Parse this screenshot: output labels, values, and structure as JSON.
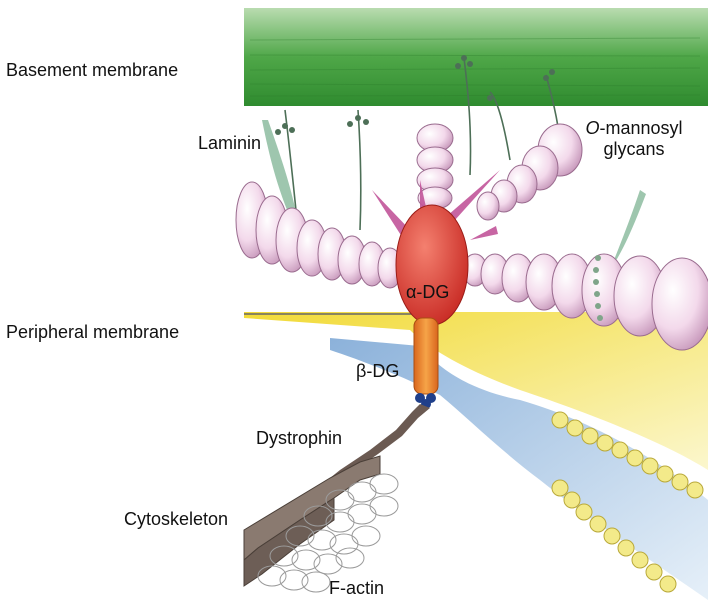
{
  "labels": {
    "basement_membrane": "Basement membrane",
    "laminin": "Laminin",
    "o_mannosyl_prefix": "O",
    "o_mannosyl_rest": "-mannosyl",
    "glycans": "glycans",
    "alpha_dg": "α-DG",
    "peripheral_membrane": "Peripheral membrane",
    "beta_dg": "β-DG",
    "dystrophin": "Dystrophin",
    "cytoskeleton": "Cytoskeleton",
    "f_actin": "F-actin"
  },
  "colors": {
    "basement_membrane": "#3f9b3a",
    "laminin_bead": "#f2d6ea",
    "laminin_bead_edge": "#9a6c8f",
    "glycan_spike": "#c2559a",
    "alpha_dg": "#e0453a",
    "beta_dg": "#ec8a2c",
    "membrane_yellow": "#f3e24a",
    "membrane_blue": "#8fb6dd",
    "dystrophin": "#6b5a52",
    "actin_bead": "#f3ea8a",
    "glycan_strand": "#5f8f6a"
  }
}
